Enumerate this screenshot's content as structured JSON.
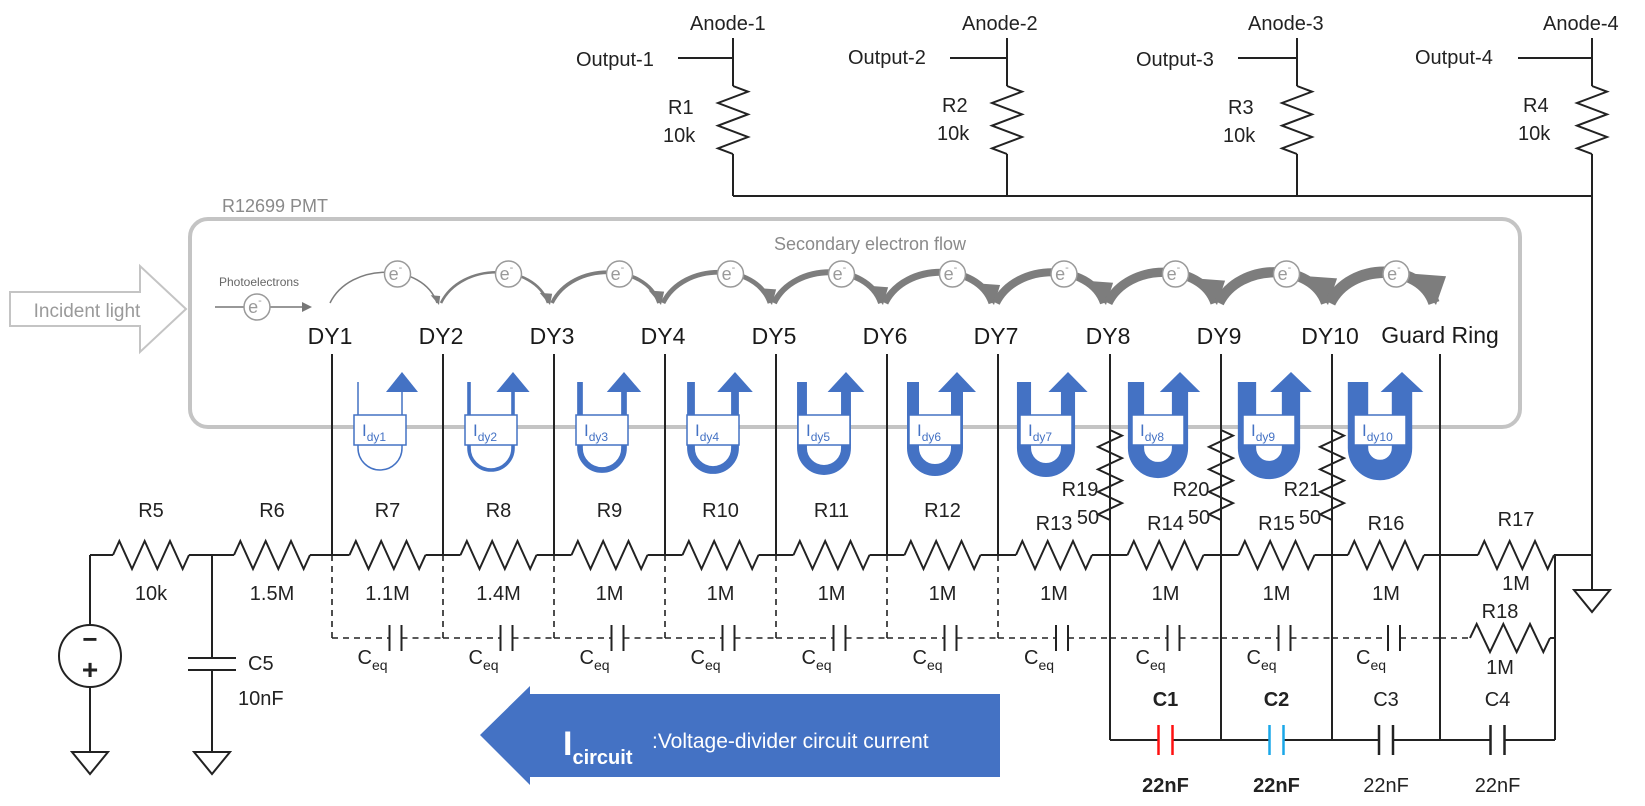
{
  "pmt": {
    "title": "R12699 PMT",
    "flow_label": "Secondary electron flow",
    "photoelectrons_label": "Photoelectrons",
    "incident_light_label": "Incident light",
    "electron_symbol": "e",
    "electron_charge": "-",
    "dynodes": [
      "DY1",
      "DY2",
      "DY3",
      "DY4",
      "DY5",
      "DY6",
      "DY7",
      "DY8",
      "DY9",
      "DY10"
    ],
    "guard_ring_label": "Guard Ring",
    "idy_base": "I",
    "idy_subs": [
      "dy1",
      "dy2",
      "dy3",
      "dy4",
      "dy5",
      "dy6",
      "dy7",
      "dy8",
      "dy9",
      "dy10"
    ]
  },
  "anodes": [
    {
      "anode": "Anode-1",
      "output": "Output-1",
      "r_name": "R1",
      "r_value": "10k"
    },
    {
      "anode": "Anode-2",
      "output": "Output-2",
      "r_name": "R2",
      "r_value": "10k"
    },
    {
      "anode": "Anode-3",
      "output": "Output-3",
      "r_name": "R3",
      "r_value": "10k"
    },
    {
      "anode": "Anode-4",
      "output": "Output-4",
      "r_name": "R4",
      "r_value": "10k"
    }
  ],
  "divider": {
    "resistors": [
      {
        "name": "R5",
        "value": "10k"
      },
      {
        "name": "R6",
        "value": "1.5M"
      },
      {
        "name": "R7",
        "value": "1.1M"
      },
      {
        "name": "R8",
        "value": "1.4M"
      },
      {
        "name": "R9",
        "value": "1M"
      },
      {
        "name": "R10",
        "value": "1M"
      },
      {
        "name": "R11",
        "value": "1M"
      },
      {
        "name": "R12",
        "value": "1M"
      },
      {
        "name": "R13",
        "value": "1M"
      },
      {
        "name": "R14",
        "value": "1M"
      },
      {
        "name": "R15",
        "value": "1M"
      },
      {
        "name": "R16",
        "value": "1M"
      },
      {
        "name": "R17",
        "value": "1M"
      },
      {
        "name": "R18",
        "value": "1M"
      }
    ],
    "damping_resistors": [
      {
        "name": "R19",
        "value": "50"
      },
      {
        "name": "R20",
        "value": "50"
      },
      {
        "name": "R21",
        "value": "50"
      }
    ],
    "ceq_base": "C",
    "ceq_sub": "eq",
    "capacitors": [
      {
        "name": "C1",
        "value": "22nF",
        "color": "#ff1010"
      },
      {
        "name": "C2",
        "value": "22nF",
        "color": "#1aa7e8"
      },
      {
        "name": "C3",
        "value": "22nF",
        "color": "#222222"
      },
      {
        "name": "C4",
        "value": "22nF",
        "color": "#222222"
      }
    ],
    "c5": {
      "name": "C5",
      "value": "10nF"
    },
    "source_minus": "−",
    "source_plus": "+"
  },
  "current_arrow": {
    "symbol": "I",
    "sub": "circuit",
    "description": ":Voltage-divider circuit current",
    "color": "#4472c4"
  },
  "colors": {
    "wire": "#222222",
    "box": "#c0c0c0",
    "dynode_current": "#4472c4",
    "electron": "#999999"
  }
}
